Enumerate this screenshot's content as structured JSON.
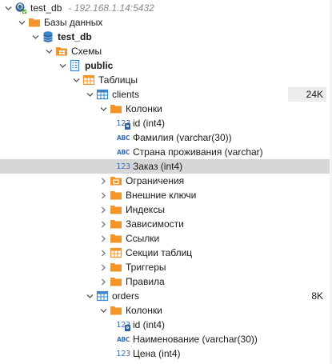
{
  "tree": {
    "connection": {
      "name": "test_db",
      "address": "- 192.168.1.14:5432"
    },
    "databases_label": "Базы данных",
    "database": "test_db",
    "schemas_label": "Схемы",
    "schema": "public",
    "tables_label": "Таблицы",
    "tables": [
      {
        "name": "clients",
        "size": "24K",
        "columns_label": "Колонки",
        "columns": [
          {
            "text": "id (int4)",
            "type_icon": "numeric-key-icon"
          },
          {
            "text": "Фамилия (varchar(30))",
            "type_icon": "text-icon"
          },
          {
            "text": "Страна проживания (varchar)",
            "type_icon": "text-icon"
          },
          {
            "text": "Заказ (int4)",
            "type_icon": "numeric-icon"
          }
        ],
        "folders": [
          "Ограничения",
          "Внешние ключи",
          "Индексы",
          "Зависимости",
          "Ссылки",
          "Секции таблиц",
          "Триггеры",
          "Правила"
        ]
      },
      {
        "name": "orders",
        "size": "8K",
        "columns_label": "Колонки",
        "columns": [
          {
            "text": "id (int4)",
            "type_icon": "numeric-key-icon"
          },
          {
            "text": "Наименование (varchar(30))",
            "type_icon": "text-icon"
          },
          {
            "text": "Цена (int4)",
            "type_icon": "numeric-icon"
          }
        ]
      }
    ]
  },
  "icons": {
    "numeric": "123",
    "text": "ABC"
  },
  "colors": {
    "folder": "#f0962a",
    "table": "#3a86c8",
    "selection": "#d6d6d6"
  }
}
